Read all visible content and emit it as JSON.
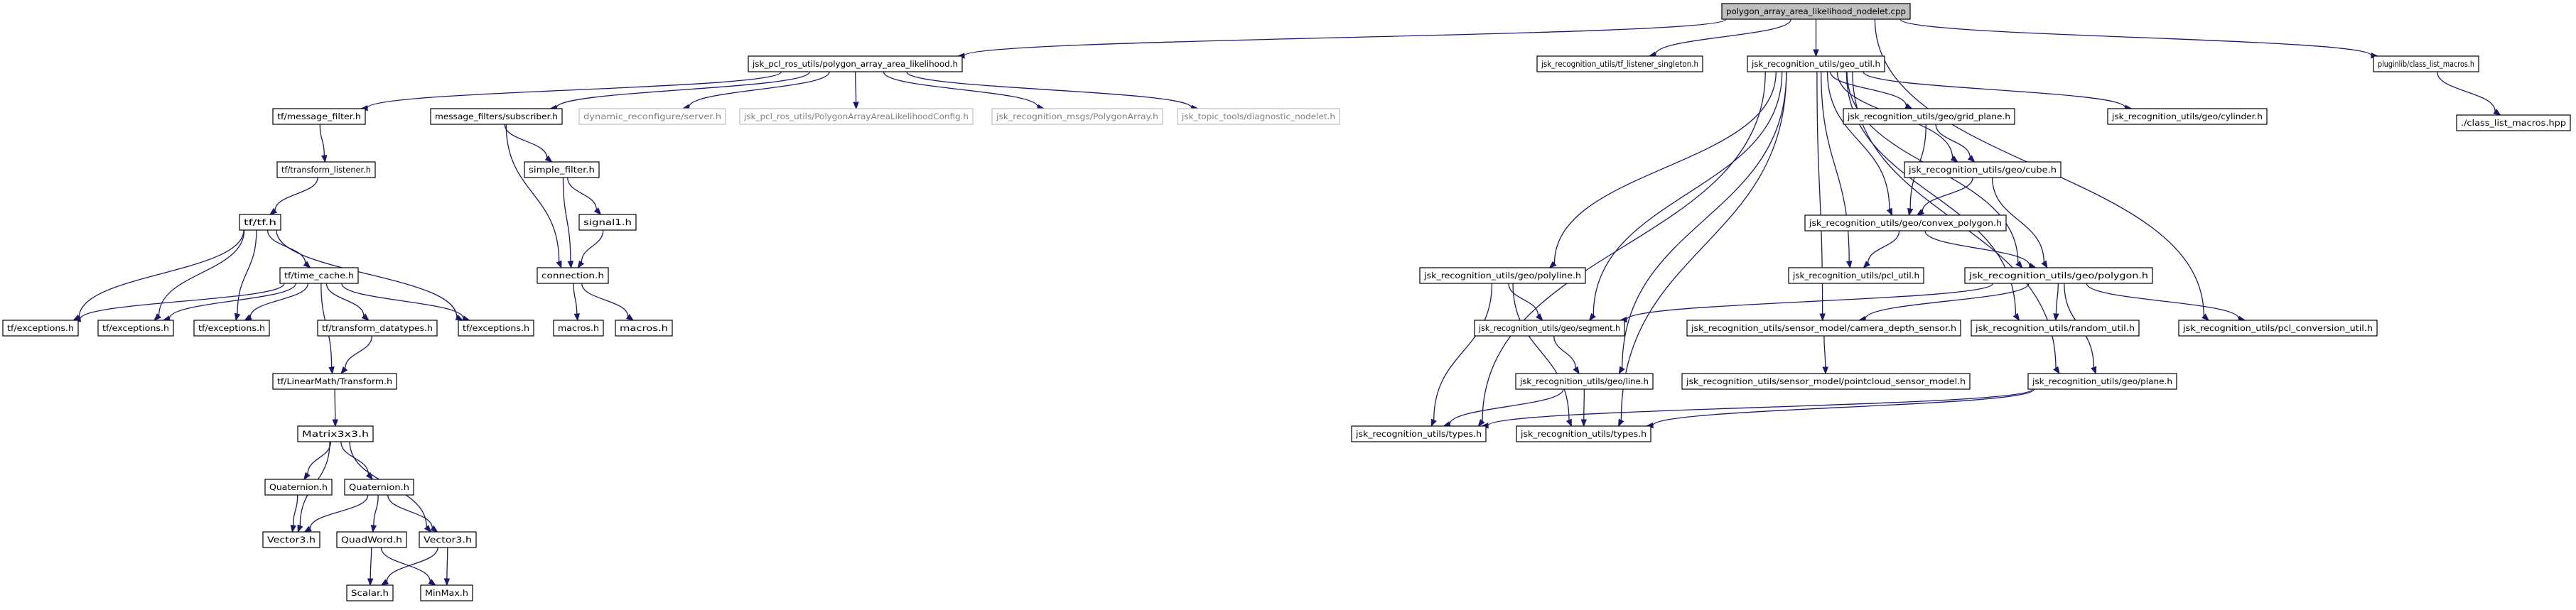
{
  "diagram": {
    "type": "include-dependency-graph",
    "colors": {
      "edge": "#191970",
      "root_fill": "#bfbfbf",
      "node_border": "#000000",
      "external_border": "#bfbfbf",
      "external_text": "#808080"
    },
    "nodes": [
      {
        "id": "root",
        "label": "polygon_array_area_likelihood_nodelet.cpp",
        "kind": "root"
      },
      {
        "id": "pal_h",
        "label": "jsk_pcl_ros_utils/polygon_array_area_likelihood.h"
      },
      {
        "id": "tf_listener_singleton",
        "label": "jsk_recognition_utils/tf_listener_singleton.h"
      },
      {
        "id": "geo_util",
        "label": "jsk_recognition_utils/geo_util.h"
      },
      {
        "id": "class_list_macros",
        "label": "pluginlib/class_list_macros.h"
      },
      {
        "id": "msg_filter",
        "label": "tf/message_filter.h"
      },
      {
        "id": "mf_subscriber",
        "label": "message_filters/subscriber.h"
      },
      {
        "id": "dyn_reconf",
        "label": "dynamic_reconfigure/server.h",
        "kind": "external"
      },
      {
        "id": "pal_config",
        "label": "jsk_pcl_ros_utils/PolygonArrayAreaLikelihoodConfig.h",
        "kind": "external"
      },
      {
        "id": "polygon_array_msg",
        "label": "jsk_recognition_msgs/PolygonArray.h",
        "kind": "external"
      },
      {
        "id": "diag_nodelet",
        "label": "jsk_topic_tools/diagnostic_nodelet.h",
        "kind": "external"
      },
      {
        "id": "grid_plane",
        "label": "jsk_recognition_utils/geo/grid_plane.h"
      },
      {
        "id": "cylinder",
        "label": "jsk_recognition_utils/geo/cylinder.h"
      },
      {
        "id": "class_list_macros_hpp",
        "label": "./class_list_macros.hpp"
      },
      {
        "id": "transform_listener",
        "label": "tf/transform_listener.h"
      },
      {
        "id": "simple_filter",
        "label": "simple_filter.h"
      },
      {
        "id": "cube",
        "label": "jsk_recognition_utils/geo/cube.h"
      },
      {
        "id": "tf_h",
        "label": "tf/tf.h"
      },
      {
        "id": "signal1",
        "label": "signal1.h"
      },
      {
        "id": "convex_polygon",
        "label": "jsk_recognition_utils/geo/convex_polygon.h"
      },
      {
        "id": "time_cache",
        "label": "tf/time_cache.h"
      },
      {
        "id": "connection",
        "label": "connection.h"
      },
      {
        "id": "pcl_util",
        "label": "jsk_recognition_utils/pcl_util.h"
      },
      {
        "id": "polygon",
        "label": "jsk_recognition_utils/geo/polygon.h"
      },
      {
        "id": "polyline",
        "label": "jsk_recognition_utils/geo/polyline.h"
      },
      {
        "id": "exc1",
        "label": "tf/exceptions.h"
      },
      {
        "id": "exc2",
        "label": "tf/exceptions.h"
      },
      {
        "id": "exc3",
        "label": "tf/exceptions.h"
      },
      {
        "id": "transform_datatypes",
        "label": "tf/transform_datatypes.h"
      },
      {
        "id": "exc4",
        "label": "tf/exceptions.h"
      },
      {
        "id": "macros1",
        "label": "macros.h"
      },
      {
        "id": "macros2",
        "label": "macros.h"
      },
      {
        "id": "segment",
        "label": "jsk_recognition_utils/geo/segment.h"
      },
      {
        "id": "camera_depth_sensor",
        "label": "jsk_recognition_utils/sensor_model/camera_depth_sensor.h"
      },
      {
        "id": "random_util",
        "label": "jsk_recognition_utils/random_util.h"
      },
      {
        "id": "pcl_conversion_util",
        "label": "jsk_recognition_utils/pcl_conversion_util.h"
      },
      {
        "id": "linearmath_transform",
        "label": "tf/LinearMath/Transform.h"
      },
      {
        "id": "pointcloud_sensor_model",
        "label": "jsk_recognition_utils/sensor_model/pointcloud_sensor_model.h"
      },
      {
        "id": "line",
        "label": "jsk_recognition_utils/geo/line.h"
      },
      {
        "id": "plane",
        "label": "jsk_recognition_utils/geo/plane.h"
      },
      {
        "id": "matrix3x3",
        "label": "Matrix3x3.h"
      },
      {
        "id": "types1",
        "label": "jsk_recognition_utils/types.h"
      },
      {
        "id": "types2",
        "label": "jsk_recognition_utils/types.h"
      },
      {
        "id": "quaternion1",
        "label": "Quaternion.h"
      },
      {
        "id": "quaternion2",
        "label": "Quaternion.h"
      },
      {
        "id": "vector3_a",
        "label": "Vector3.h"
      },
      {
        "id": "quadword",
        "label": "QuadWord.h"
      },
      {
        "id": "vector3_b",
        "label": "Vector3.h"
      },
      {
        "id": "scalar",
        "label": "Scalar.h"
      },
      {
        "id": "minmax",
        "label": "MinMax.h"
      }
    ],
    "edges": [
      [
        "root",
        "pal_h"
      ],
      [
        "root",
        "tf_listener_singleton"
      ],
      [
        "root",
        "geo_util"
      ],
      [
        "root",
        "pcl_conversion_util"
      ],
      [
        "root",
        "class_list_macros"
      ],
      [
        "pal_h",
        "msg_filter"
      ],
      [
        "pal_h",
        "mf_subscriber"
      ],
      [
        "pal_h",
        "dyn_reconf"
      ],
      [
        "pal_h",
        "pal_config"
      ],
      [
        "pal_h",
        "polygon_array_msg"
      ],
      [
        "pal_h",
        "diag_nodelet"
      ],
      [
        "class_list_macros",
        "class_list_macros_hpp"
      ],
      [
        "msg_filter",
        "transform_listener"
      ],
      [
        "transform_listener",
        "tf_h"
      ],
      [
        "mf_subscriber",
        "simple_filter"
      ],
      [
        "mf_subscriber",
        "connection"
      ],
      [
        "simple_filter",
        "signal1"
      ],
      [
        "simple_filter",
        "connection"
      ],
      [
        "signal1",
        "connection"
      ],
      [
        "connection",
        "macros1"
      ],
      [
        "connection",
        "macros2"
      ],
      [
        "tf_h",
        "exc1"
      ],
      [
        "tf_h",
        "exc2"
      ],
      [
        "tf_h",
        "exc3"
      ],
      [
        "tf_h",
        "exc4"
      ],
      [
        "tf_h",
        "time_cache"
      ],
      [
        "time_cache",
        "exc1"
      ],
      [
        "time_cache",
        "exc2"
      ],
      [
        "time_cache",
        "exc3"
      ],
      [
        "time_cache",
        "exc4"
      ],
      [
        "time_cache",
        "transform_datatypes"
      ],
      [
        "time_cache",
        "linearmath_transform"
      ],
      [
        "transform_datatypes",
        "linearmath_transform"
      ],
      [
        "linearmath_transform",
        "matrix3x3"
      ],
      [
        "matrix3x3",
        "quaternion1"
      ],
      [
        "matrix3x3",
        "quaternion2"
      ],
      [
        "matrix3x3",
        "vector3_a"
      ],
      [
        "matrix3x3",
        "vector3_b"
      ],
      [
        "quaternion1",
        "vector3_a"
      ],
      [
        "quaternion2",
        "vector3_a"
      ],
      [
        "quaternion2",
        "quadword"
      ],
      [
        "quaternion2",
        "vector3_b"
      ],
      [
        "quadword",
        "scalar"
      ],
      [
        "quadword",
        "minmax"
      ],
      [
        "vector3_b",
        "scalar"
      ],
      [
        "vector3_b",
        "minmax"
      ],
      [
        "geo_util",
        "grid_plane"
      ],
      [
        "geo_util",
        "cylinder"
      ],
      [
        "geo_util",
        "cube"
      ],
      [
        "geo_util",
        "convex_polygon"
      ],
      [
        "geo_util",
        "pcl_util"
      ],
      [
        "geo_util",
        "polygon"
      ],
      [
        "geo_util",
        "polyline"
      ],
      [
        "geo_util",
        "segment"
      ],
      [
        "geo_util",
        "line"
      ],
      [
        "geo_util",
        "camera_depth_sensor"
      ],
      [
        "geo_util",
        "random_util"
      ],
      [
        "geo_util",
        "plane"
      ],
      [
        "geo_util",
        "types1"
      ],
      [
        "geo_util",
        "types2"
      ],
      [
        "grid_plane",
        "cube"
      ],
      [
        "grid_plane",
        "convex_polygon"
      ],
      [
        "cube",
        "convex_polygon"
      ],
      [
        "cube",
        "polygon"
      ],
      [
        "convex_polygon",
        "pcl_util"
      ],
      [
        "convex_polygon",
        "polygon"
      ],
      [
        "polygon",
        "segment"
      ],
      [
        "polygon",
        "camera_depth_sensor"
      ],
      [
        "polygon",
        "random_util"
      ],
      [
        "polygon",
        "pcl_conversion_util"
      ],
      [
        "polygon",
        "plane"
      ],
      [
        "polyline",
        "segment"
      ],
      [
        "polyline",
        "types1"
      ],
      [
        "polyline",
        "types2"
      ],
      [
        "segment",
        "line"
      ],
      [
        "camera_depth_sensor",
        "pointcloud_sensor_model"
      ],
      [
        "line",
        "types1"
      ],
      [
        "line",
        "types2"
      ],
      [
        "plane",
        "types1"
      ],
      [
        "plane",
        "types2"
      ]
    ]
  }
}
